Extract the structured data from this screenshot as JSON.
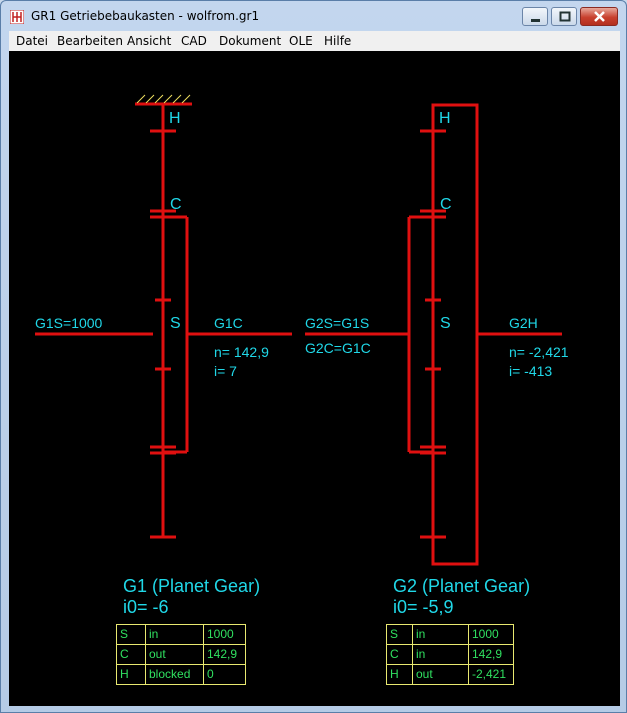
{
  "window": {
    "title": "GR1  Getriebebaukasten  -  wolfrom.gr1"
  },
  "menu": [
    "Datei",
    "Bearbeiten",
    "Ansicht",
    "CAD",
    "Dokument",
    "OLE",
    "Hilfe"
  ],
  "colors": {
    "gear_line": "#e01010",
    "label": "#20d8e8",
    "table_text": "#30e060",
    "table_border": "#e8e870"
  },
  "gear1": {
    "label_h": "H",
    "label_c": "C",
    "label_s": "S",
    "input": "G1S=1000",
    "output": "G1C",
    "speed": "n= 142,9",
    "ratio": "i= 7",
    "title": "G1 (Planet Gear)",
    "i0": "i0= -6",
    "table": [
      [
        "S",
        "in",
        "1000"
      ],
      [
        "C",
        "out",
        "142,9"
      ],
      [
        "H",
        "blocked",
        "0"
      ]
    ]
  },
  "gear2": {
    "label_h": "H",
    "label_c": "C",
    "label_s": "S",
    "input1": "G2S=G1S",
    "input2": "G2C=G1C",
    "output": "G2H",
    "speed": "n= -2,421",
    "ratio": "i= -413",
    "title": "G2 (Planet Gear)",
    "i0": "i0= -5,9",
    "table": [
      [
        "S",
        "in",
        "1000"
      ],
      [
        "C",
        "in",
        "142,9"
      ],
      [
        "H",
        "out",
        "-2,421"
      ]
    ]
  }
}
